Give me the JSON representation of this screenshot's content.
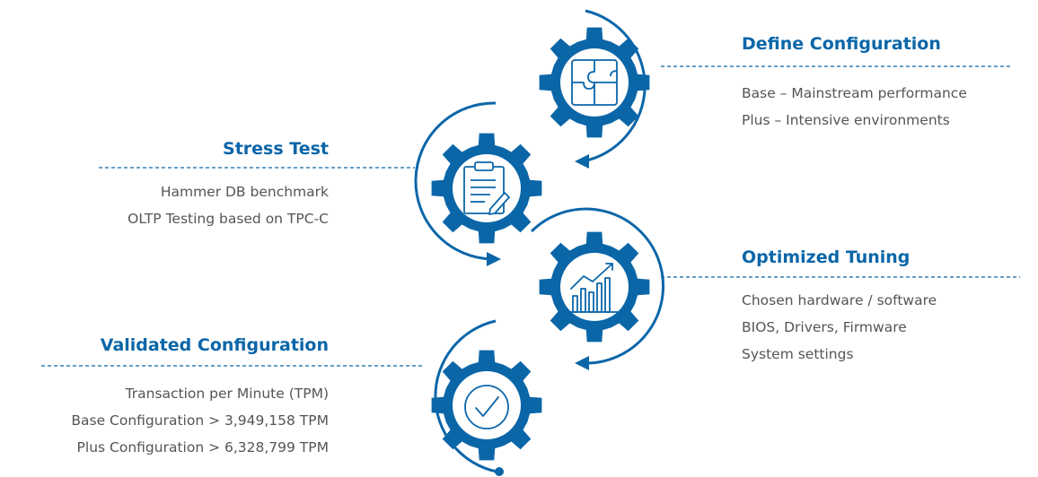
{
  "colors": {
    "primary": "#0b66a8",
    "text": "#555555",
    "background": "#ffffff"
  },
  "steps": [
    {
      "id": "define",
      "title": "Define Configuration",
      "lines": [
        "Base – Mainstream performance",
        "Plus – Intensive environments"
      ],
      "icon": "puzzle-icon"
    },
    {
      "id": "stress",
      "title": "Stress Test",
      "lines": [
        "Hammer DB benchmark",
        "OLTP Testing based on TPC-C"
      ],
      "icon": "clipboard-pen-icon"
    },
    {
      "id": "tuning",
      "title": "Optimized Tuning",
      "lines": [
        "Chosen hardware / software",
        "BIOS, Drivers, Firmware",
        "System settings"
      ],
      "icon": "growth-chart-icon"
    },
    {
      "id": "validated",
      "title": "Validated Configuration",
      "lines": [
        "Transaction per Minute (TPM)",
        "Base Configuration > 3,949,158 TPM",
        "Plus Configuration > 6,328,799 TPM"
      ],
      "icon": "checkmark-circle-icon"
    }
  ]
}
